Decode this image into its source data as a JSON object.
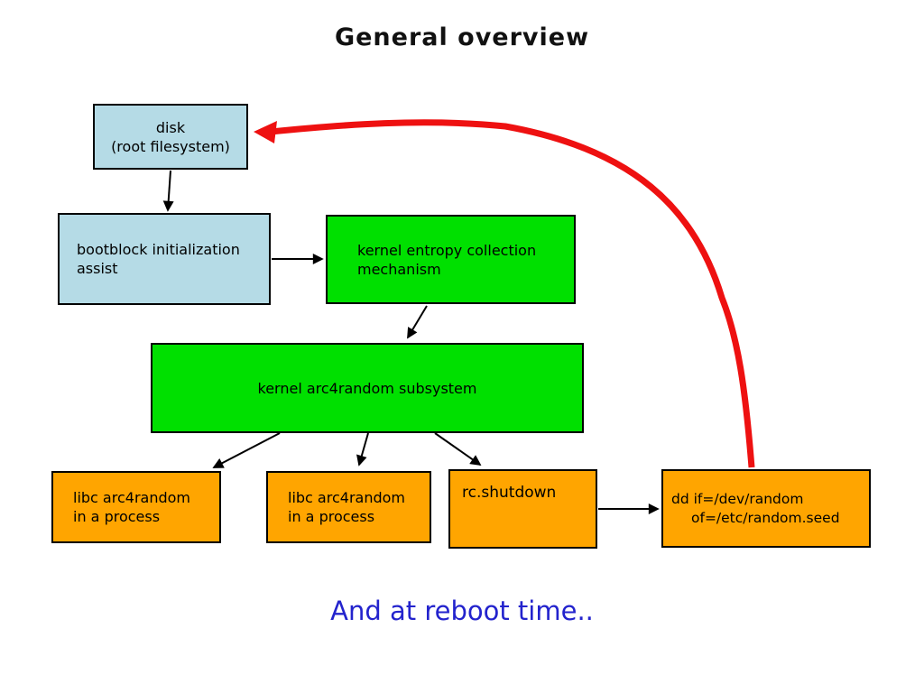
{
  "title": "General overview",
  "footer": "And at reboot time..",
  "colors": {
    "box_blue": "#b5dbe6",
    "box_green": "#00e000",
    "box_orange": "#ffa500",
    "arrow_red": "#ee1111",
    "arrow_black": "#000000",
    "footer_blue": "#2323cd"
  },
  "nodes": {
    "disk": {
      "lines": [
        "disk",
        "(root filesystem)"
      ]
    },
    "bootblock": {
      "lines": [
        "bootblock initialization",
        "assist"
      ]
    },
    "entropy": {
      "lines": [
        "kernel entropy collection",
        "mechanism"
      ]
    },
    "arc4": {
      "lines": [
        "kernel arc4random subsystem"
      ]
    },
    "libc1": {
      "lines": [
        "libc arc4random",
        "in a process"
      ]
    },
    "libc2": {
      "lines": [
        "libc arc4random",
        "in a process"
      ]
    },
    "rcshutdown": {
      "lines": [
        "rc.shutdown"
      ]
    },
    "dd": {
      "lines": [
        "dd if=/dev/random",
        "of=/etc/random.seed"
      ]
    }
  }
}
